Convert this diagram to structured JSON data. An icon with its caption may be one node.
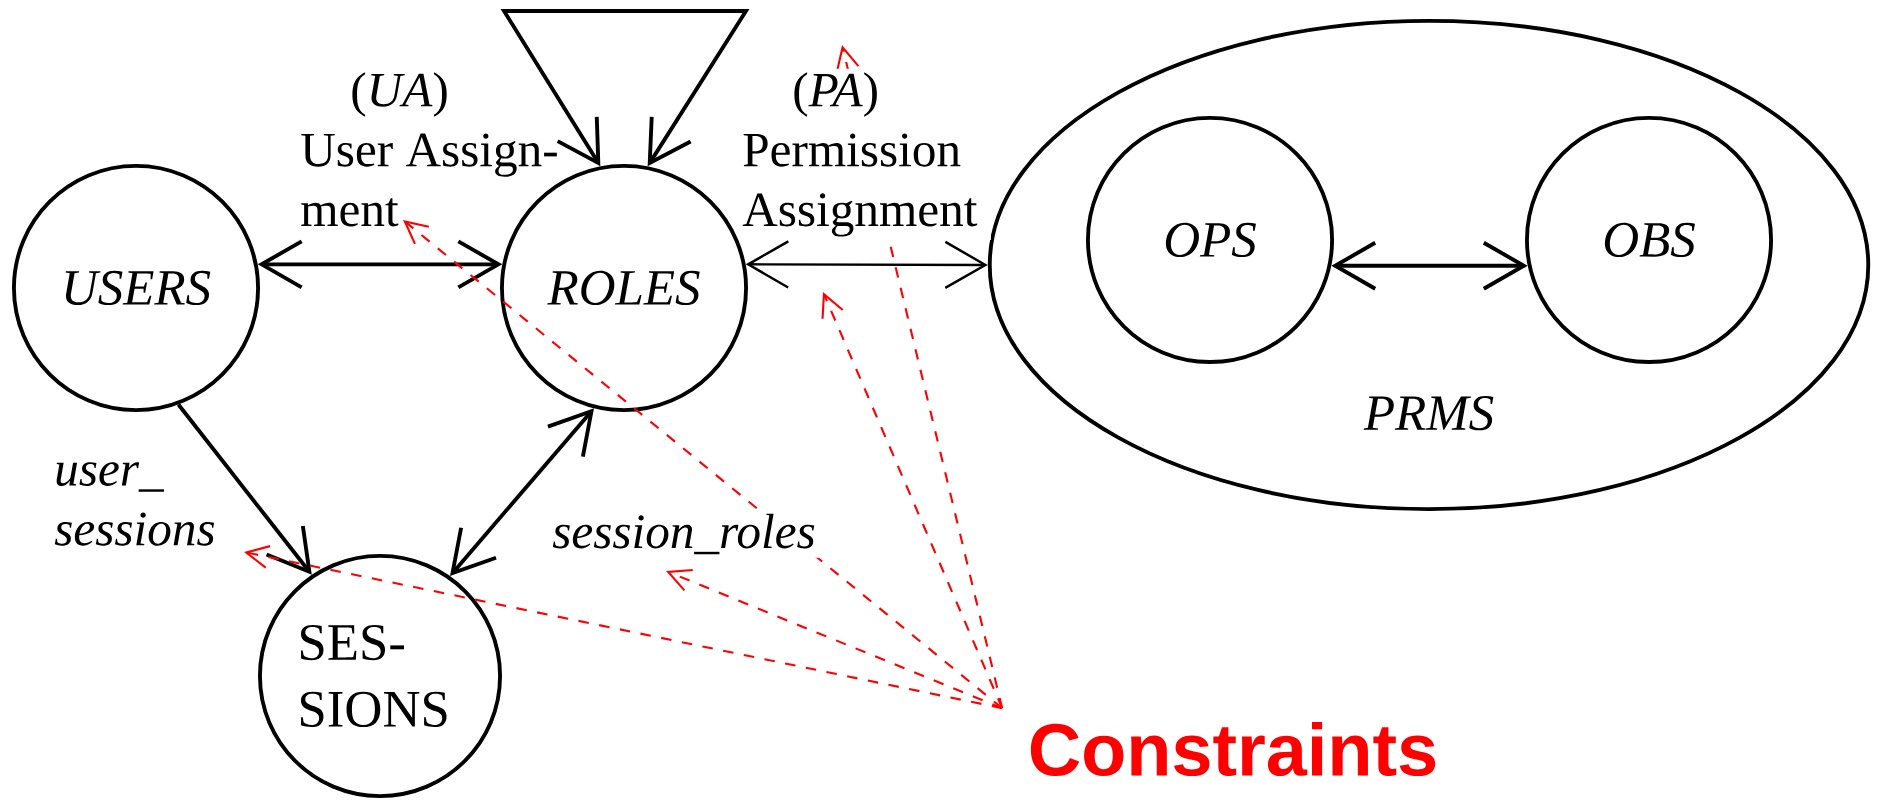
{
  "diagram": {
    "nodes": [
      {
        "text": [
          "USERS"
        ]
      },
      {
        "text": [
          "ROLES"
        ]
      },
      {
        "text": [
          "SES- SIONS"
        ]
      },
      {
        "text": [
          "PRMS"
        ]
      },
      {
        "text": [
          "OPS"
        ],
        "in": 3
      },
      {
        "text": [
          "OBS"
        ],
        "in": 3
      },
      {
        "text": [
          "Constraints"
        ]
      }
    ],
    "edges": [
      {
        "from": 0,
        "to": 1,
        "arrow": "both",
        "label": "(*UA*) User Assign- ment"
      },
      {
        "from": 1,
        "to": 3,
        "arrow": "both",
        "label": "(*PA*) Permission Assignment"
      },
      {
        "from": 4,
        "to": 5,
        "arrow": "both"
      },
      {
        "from": 0,
        "to": 2,
        "arrow": "to",
        "label": "user_ sessions"
      },
      {
        "from": 2,
        "to": 1,
        "arrow": "both",
        "label": "session_roles"
      },
      {
        "from": 1,
        "to": 1,
        "arrow": "both"
      },
      {
        "from": 6,
        "to": null,
        "arrow": "to",
        "style": "dashed",
        "color": "#ff0000"
      },
      {
        "from": 6,
        "to": null,
        "arrow": "to",
        "style": "dashed",
        "color": "#ff0000"
      },
      {
        "from": 6,
        "to": null,
        "arrow": "to",
        "style": "dashed",
        "color": "#ff0000"
      },
      {
        "from": 6,
        "to": null,
        "arrow": "to",
        "style": "dashed",
        "color": "#ff0000"
      },
      {
        "from": 6,
        "to": null,
        "arrow": "to",
        "style": "dashed",
        "color": "#ff0000"
      }
    ]
  }
}
